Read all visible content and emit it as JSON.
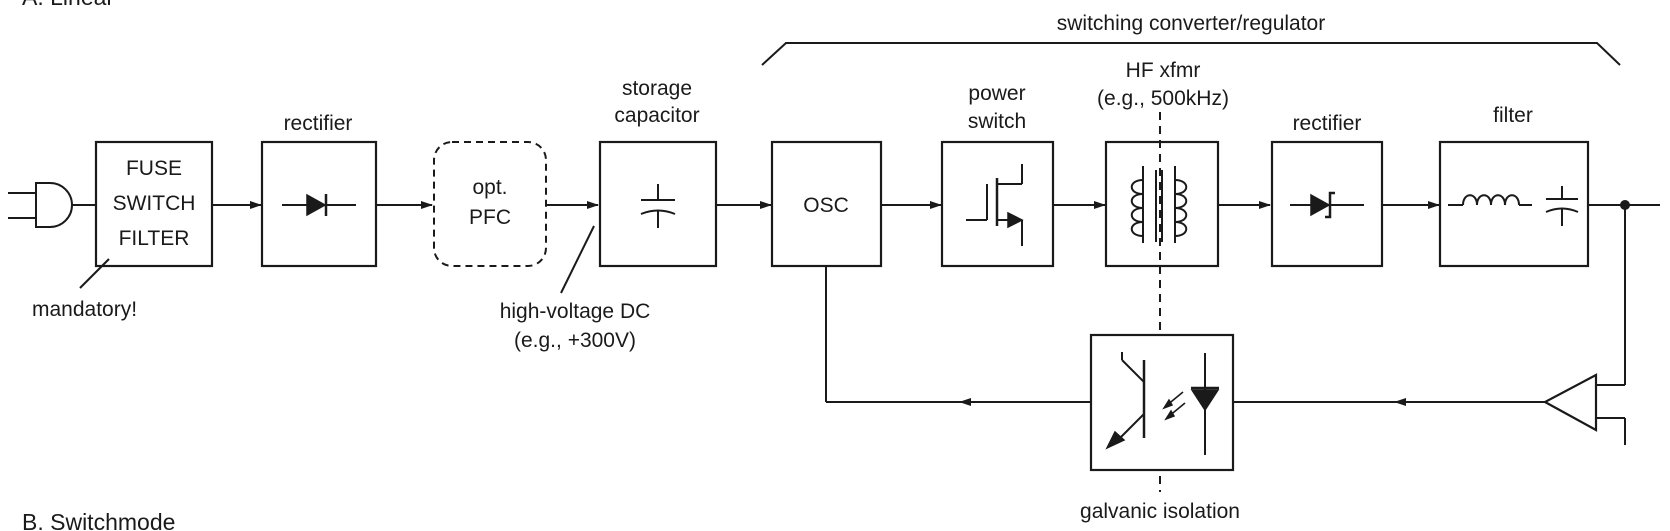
{
  "header_partial": "A. Linear",
  "section_label": "B. Switchmode",
  "bracket_label": "switching converter/regulator",
  "blocks": {
    "fuse": [
      "FUSE",
      "SWITCH",
      "FILTER"
    ],
    "rectifier1": "rectifier",
    "pfc": [
      "opt.",
      "PFC"
    ],
    "storage": [
      "storage",
      "capacitor"
    ],
    "osc": "OSC",
    "power_switch": [
      "power",
      "switch"
    ],
    "xfmr": [
      "HF xfmr",
      "(e.g., 500kHz)"
    ],
    "rectifier2": "rectifier",
    "filter": "filter"
  },
  "annotations": {
    "mandatory": "mandatory!",
    "hvdc": [
      "high-voltage DC",
      "(e.g., +300V)"
    ],
    "galvanic": "galvanic isolation"
  }
}
